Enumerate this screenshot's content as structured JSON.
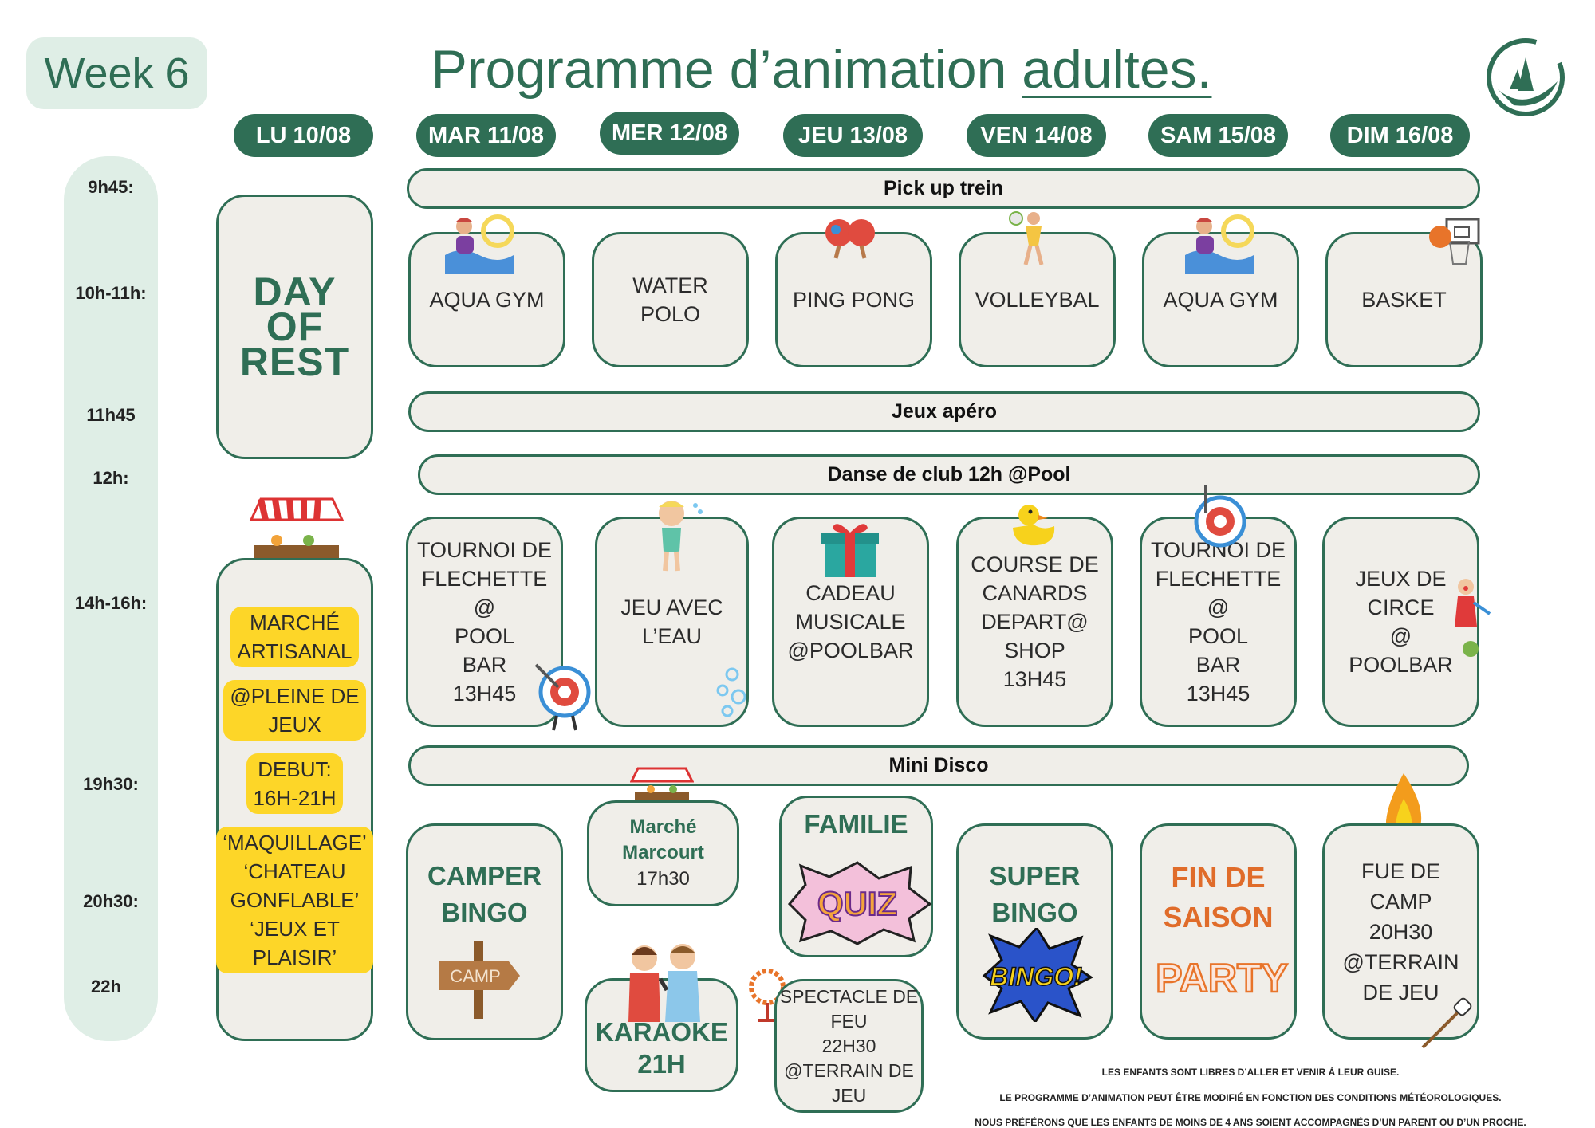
{
  "header": {
    "week_label": "Week 6",
    "title_main": "Programme d’animation ",
    "title_underlined": "adultes."
  },
  "days": [
    "LU 10/08",
    "MAR 11/08",
    "MER 12/08",
    "JEU 13/08",
    "VEN 14/08",
    "SAM 15/08",
    "DIM 16/08"
  ],
  "times": [
    "9h45:",
    "10h-11h:",
    "11h45",
    "12h:",
    "14h-16h:",
    "19h30:",
    "20h30:",
    "22h"
  ],
  "bars": {
    "pickup": "Pick up trein",
    "jeux_apero": "Jeux apéro",
    "danse": "Danse de club 12h @Pool",
    "mini_disco": "Mini Disco"
  },
  "morning": [
    "AQUA GYM",
    "WATER\nPOLO",
    "PING PONG",
    "VOLLEYBAL",
    "AQUA GYM",
    "BASKET"
  ],
  "day_of_rest": "DAY\nOF\nREST",
  "afternoon": [
    "TOURNOI DE\nFLECHETTE\n@\nPOOL\nBAR\n13H45",
    "JEU AVEC\nL’EAU",
    "CADEAU\nMUSICALE\n@POOLBAR",
    "COURSE DE\nCANARDS\nDEPART@\nSHOP\n13H45",
    "TOURNOI DE\nFLECHETTE\n@\nPOOL\nBAR\n13H45",
    "JEUX DE\nCIRCE\n@\nPOOLBAR"
  ],
  "monday_market": [
    "MARCHÉ\nARTISANAL",
    "@PLEINE DE\nJEUX",
    "DEBUT:\n16H-21H",
    "‘MAQUILLAGE’\n‘CHATEAU\nGONFLABLE’\n‘JEUX ET\nPLAISIR’"
  ],
  "evening": {
    "camper_bingo": "CAMPER\nBINGO",
    "camp_sign": "CAMP",
    "marche_marcourt": "Marché\nMarcourt",
    "marche_time": "17h30",
    "karaoke": "KARAOKE\n21H",
    "familie": "FAMILIE",
    "quiz": "QUIZ",
    "spectacle": "SPECTACLE DE\nFEU\n22H30\n@TERRAIN DE\nJEU",
    "super_bingo": "SUPER\nBINGO",
    "bingo_sign": "BINGO!",
    "fin_de_saison": "FIN DE\nSAISON",
    "party": "PARTY",
    "feu_de_camp": "FUE DE\nCAMP\n20H30\n@TERRAIN\nDE JEU"
  },
  "footer": [
    "LES ENFANTS SONT LIBRES D’ALLER ET VENIR À LEUR GUISE.",
    "LE PROGRAMME D’ANIMATION PEUT ÊTRE MODIFIÉ EN FONCTION DES CONDITIONS MÉTÉOROLOGIQUES.",
    "NOUS PRÉFÉRONS QUE LES ENFANTS DE MOINS DE 4 ANS SOIENT ACCOMPAGNÉS D’UN PARENT OU D’UN PROCHE."
  ],
  "colors": {
    "brand_green": "#2f6e55",
    "light_green": "#dfeee6",
    "box_bg": "#f0eee9",
    "highlight_yellow": "#fdd628",
    "orange": "#e06c2a"
  }
}
